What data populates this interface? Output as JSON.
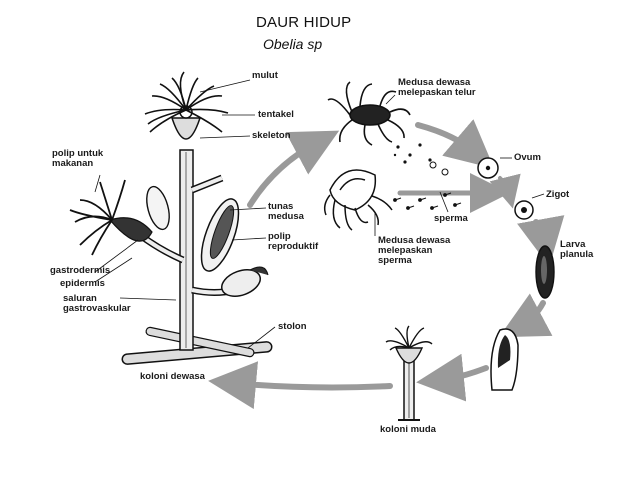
{
  "header": {
    "title": "DAUR HIDUP",
    "subtitle": "Obelia sp"
  },
  "labels": {
    "mulut": "mulut",
    "tentakel": "tentakel",
    "skeleton": "skeleton",
    "polip_makanan": "polip untuk\nmakanan",
    "tunas_medusa": "tunas\nmedusa",
    "polip_reproduktif": "polip\nreproduktif",
    "gastrodermis": "gastrodermis",
    "epidermis": "epidermis",
    "saluran": "saluran\ngastrovaskular",
    "stolon": "stolon",
    "koloni_dewasa": "koloni dewasa",
    "medusa_telur": "Medusa dewasa\nmelepaskan telur",
    "medusa_sperma": "Medusa dewasa\nmelepaskan\nsperma",
    "sperma": "sperma",
    "ovum": "Ovum",
    "zigot": "Zigot",
    "larva": "Larva\nplanula",
    "koloni_muda": "koloni muda"
  }
}
